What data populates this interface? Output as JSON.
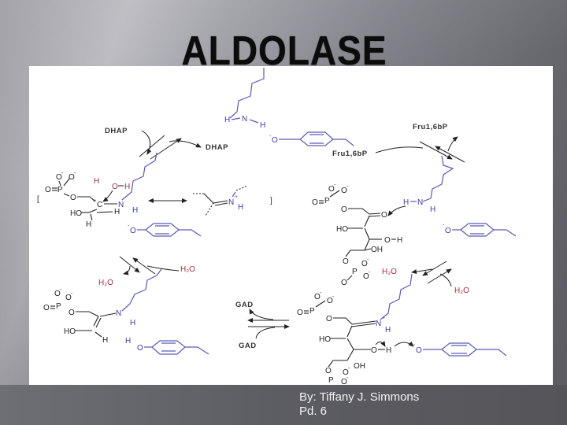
{
  "slide": {
    "title": "ALDOLASE",
    "credit": {
      "author_line": "By: Tiffany J. Simmons",
      "period_line": "Pd. 6"
    }
  },
  "diagram": {
    "description": "Aldolase reaction mechanism cycle (Schiff base formation with lysine, tyrosine general acid/base)",
    "labels": {
      "dhap_in": "DHAP",
      "dhap_out": "DHAP",
      "fru_in": "Fru1,6bP",
      "fru_out": "Fru1,6bP",
      "h2o_left_in": "H₂O",
      "h2o_left_out": "H₂O",
      "h2o_right_in": "H₂O",
      "h2o_right_out": "H₂O",
      "gad_out": "GAD",
      "gad_in": "GAD"
    },
    "resonance_brackets": {
      "open": "[",
      "close": "]"
    },
    "colors": {
      "enzyme_residue": "#5a5ab8",
      "water": "#a03040",
      "substrate": "#222222",
      "panel_background": "#ffffff"
    },
    "structures": [
      "Free lysine (H-N-H amine, blue)",
      "Tyrosine phenolate (blue)",
      "Fructose-1,6-bisphosphate bound to lysine",
      "Protonated Schiff base intermediate with fructose bisphosphate",
      "Enamine intermediate after GAD release",
      "Carbinolamine intermediate with resonance form"
    ]
  }
}
